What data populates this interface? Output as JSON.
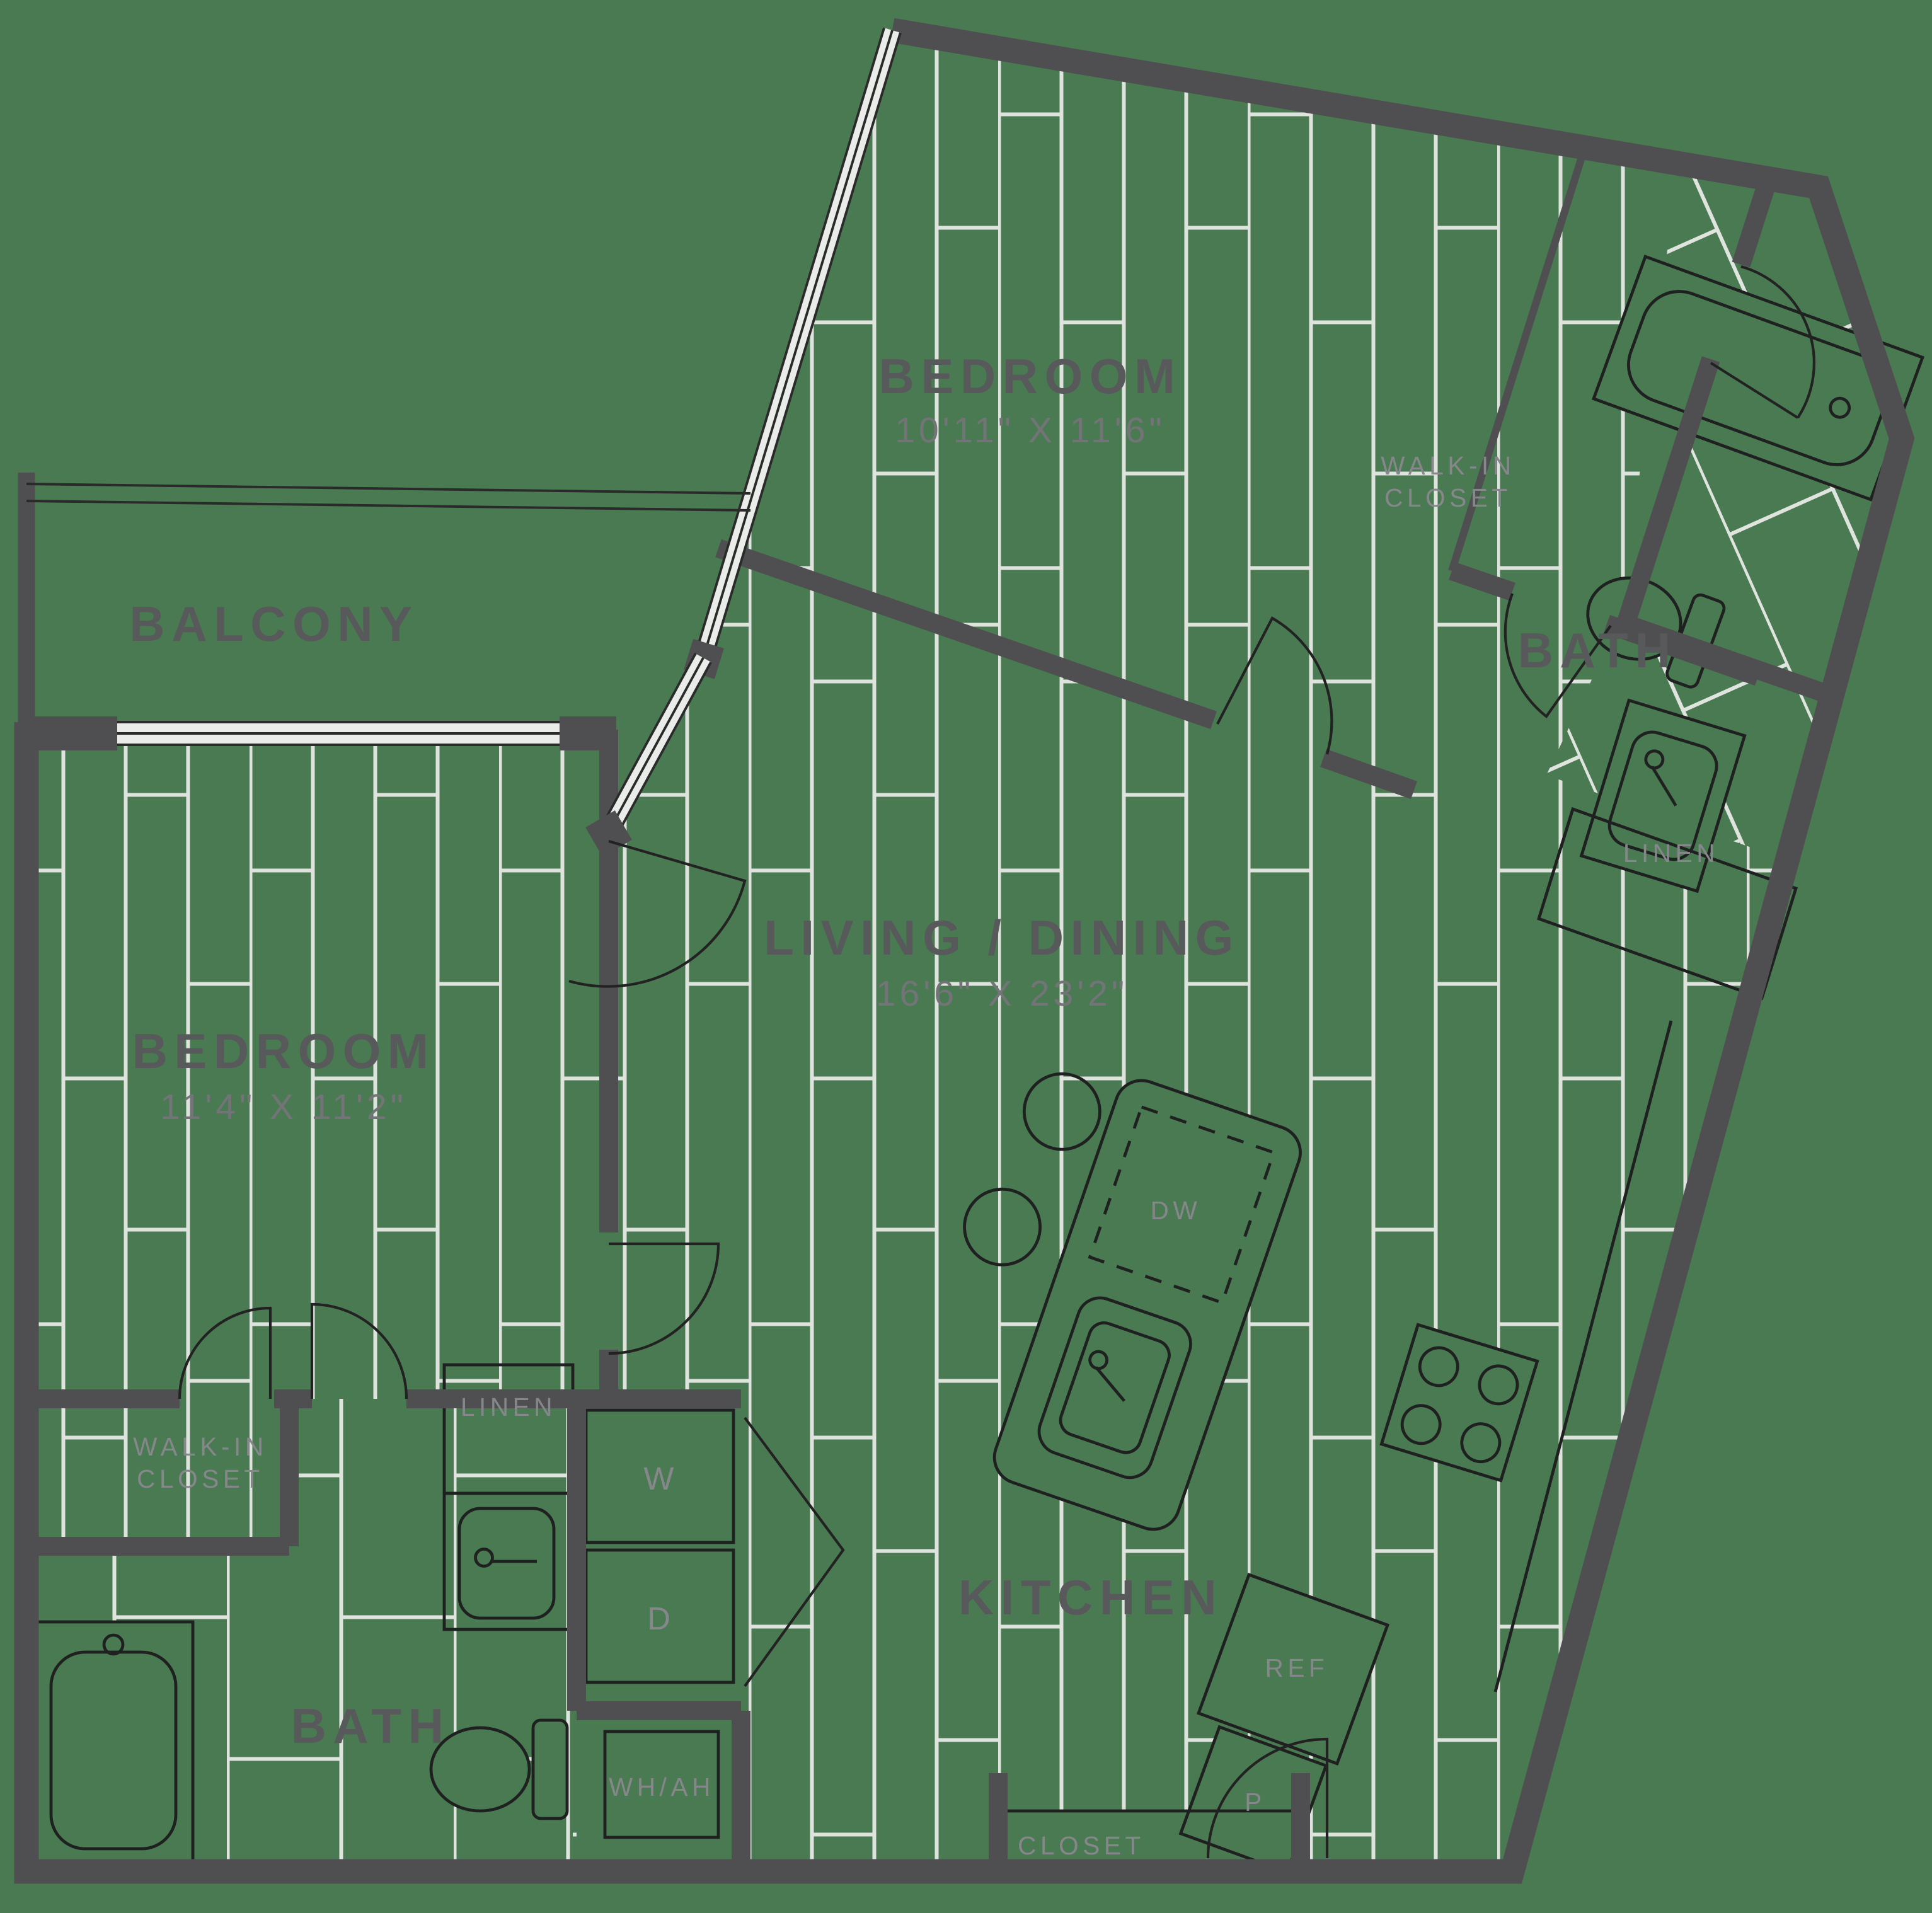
{
  "plan_title": "Apartment floor plan",
  "rooms": {
    "balcony": {
      "label": "BALCONY"
    },
    "bedroom_top": {
      "label": "BEDROOM",
      "dims": "10'11\" X 11'6\""
    },
    "walk_in_closet_top": {
      "line1": "WALK-IN",
      "line2": "CLOSET"
    },
    "bath_top": {
      "label": "BATH"
    },
    "linen_top": {
      "label": "LINEN"
    },
    "living_dining": {
      "label": "LIVING / DINING",
      "dims": "16'6\" X 23'2\""
    },
    "bedroom_left": {
      "label": "BEDROOM",
      "dims": "11'4\" X 11'2\""
    },
    "walk_in_closet_bottom": {
      "line1": "WALK-IN",
      "line2": "CLOSET"
    },
    "linen_bottom": {
      "label": "LINEN"
    },
    "bath_bottom": {
      "label": "BATH"
    },
    "kitchen": {
      "label": "KITCHEN"
    },
    "entry_closet": {
      "label": "CLOSET"
    }
  },
  "appliances": {
    "dishwasher": "DW",
    "refrigerator": "REF",
    "pantry": "P",
    "washer": "W",
    "dryer": "D",
    "water_heater_air_handler": "WH/AH"
  },
  "colors": {
    "background": "#4a7a52",
    "wall": "#4f4f51",
    "plank_line": "#dee3dd",
    "fixture_line": "#1f2020",
    "label_primary": "#58595b",
    "label_secondary": "#737477",
    "label_light": "#85878b"
  }
}
